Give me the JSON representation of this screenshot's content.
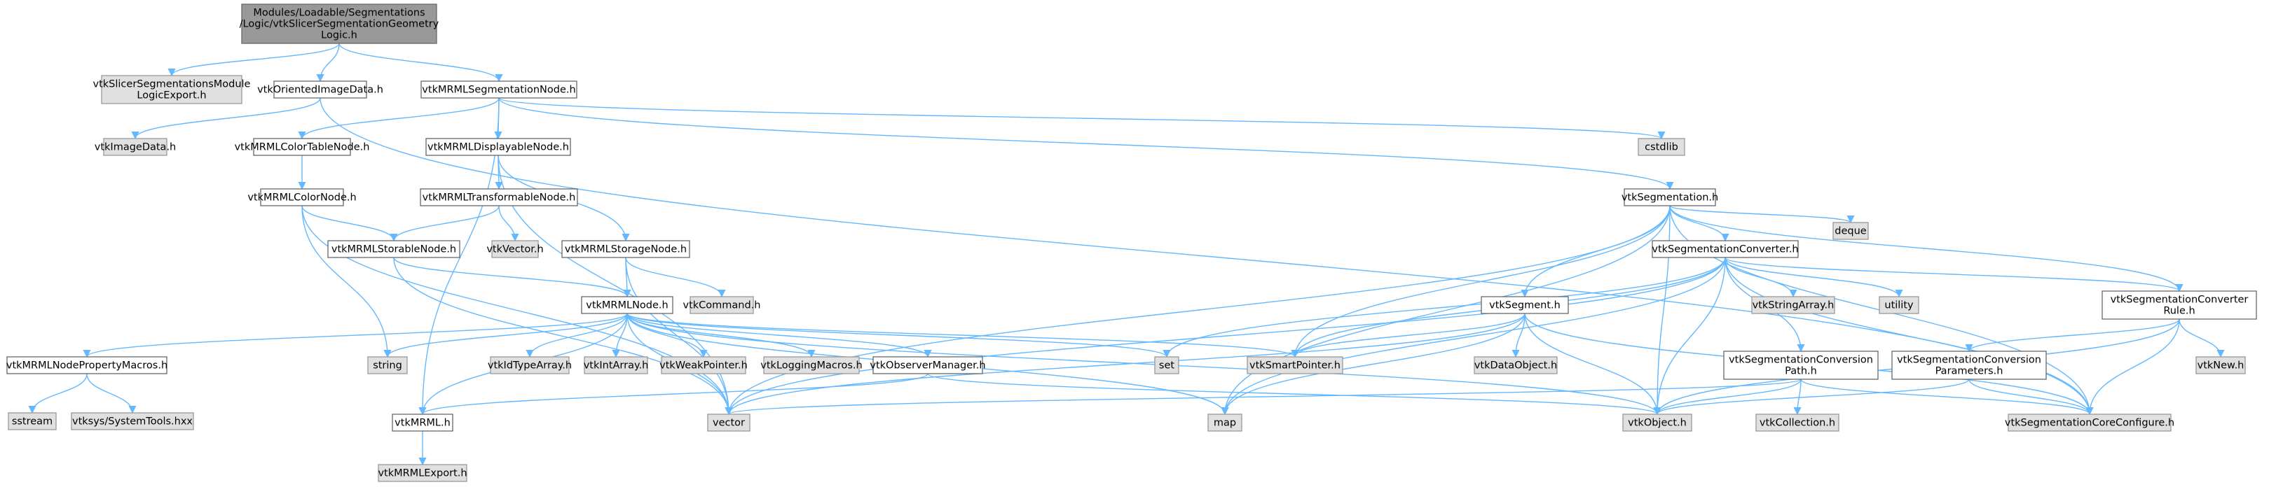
{
  "colors": {
    "edge": "#63b8ff",
    "node_border": "#666666",
    "system_fill": "#e0e0e0",
    "root_fill": "#999999"
  },
  "nodes": [
    {
      "id": "root",
      "style": "root",
      "lines": [
        "Modules/Loadable/Segmentations",
        "/Logic/vtkSlicerSegmentationGeometry",
        "Logic.h"
      ]
    },
    {
      "id": "logicexport",
      "style": "gray",
      "lines": [
        "vtkSlicerSegmentationsModule",
        "LogicExport.h"
      ]
    },
    {
      "id": "orientedimagedata",
      "style": "white",
      "lines": [
        "vtkOrientedImageData.h"
      ]
    },
    {
      "id": "mrmlsegnode",
      "style": "white",
      "lines": [
        "vtkMRMLSegmentationNode.h"
      ]
    },
    {
      "id": "imagedata",
      "style": "gray",
      "lines": [
        "vtkImageData.h"
      ]
    },
    {
      "id": "colortable",
      "style": "white",
      "lines": [
        "vtkMRMLColorTableNode.h"
      ]
    },
    {
      "id": "displayable",
      "style": "white",
      "lines": [
        "vtkMRMLDisplayableNode.h"
      ]
    },
    {
      "id": "cstdlib",
      "style": "gray",
      "lines": [
        "cstdlib"
      ]
    },
    {
      "id": "colornode",
      "style": "white",
      "lines": [
        "vtkMRMLColorNode.h"
      ]
    },
    {
      "id": "transformable",
      "style": "white",
      "lines": [
        "vtkMRMLTransformableNode.h"
      ]
    },
    {
      "id": "segmentation",
      "style": "white",
      "lines": [
        "vtkSegmentation.h"
      ]
    },
    {
      "id": "deque",
      "style": "gray",
      "lines": [
        "deque"
      ]
    },
    {
      "id": "storable",
      "style": "white",
      "lines": [
        "vtkMRMLStorableNode.h"
      ]
    },
    {
      "id": "vtkvector",
      "style": "gray",
      "lines": [
        "vtkVector.h"
      ]
    },
    {
      "id": "storage",
      "style": "white",
      "lines": [
        "vtkMRMLStorageNode.h"
      ]
    },
    {
      "id": "segconverter",
      "style": "white",
      "lines": [
        "vtkSegmentationConverter.h"
      ]
    },
    {
      "id": "command",
      "style": "gray",
      "lines": [
        "vtkCommand.h"
      ]
    },
    {
      "id": "mrmlnode",
      "style": "white",
      "lines": [
        "vtkMRMLNode.h"
      ]
    },
    {
      "id": "segment",
      "style": "white",
      "lines": [
        "vtkSegment.h"
      ]
    },
    {
      "id": "stringarray",
      "style": "gray",
      "lines": [
        "vtkStringArray.h"
      ]
    },
    {
      "id": "utility",
      "style": "gray",
      "lines": [
        "utility"
      ]
    },
    {
      "id": "convrule",
      "style": "white",
      "lines": [
        "vtkSegmentationConverter",
        "Rule.h"
      ]
    },
    {
      "id": "propmacros",
      "style": "white",
      "lines": [
        "vtkMRMLNodePropertyMacros.h"
      ]
    },
    {
      "id": "string",
      "style": "gray",
      "lines": [
        "string"
      ]
    },
    {
      "id": "idtype",
      "style": "gray",
      "lines": [
        "vtkIdTypeArray.h"
      ]
    },
    {
      "id": "intarray",
      "style": "gray",
      "lines": [
        "vtkIntArray.h"
      ]
    },
    {
      "id": "weakptr",
      "style": "gray",
      "lines": [
        "vtkWeakPointer.h"
      ]
    },
    {
      "id": "logging",
      "style": "gray",
      "lines": [
        "vtkLoggingMacros.h"
      ]
    },
    {
      "id": "observer",
      "style": "white",
      "lines": [
        "vtkObserverManager.h"
      ]
    },
    {
      "id": "set",
      "style": "gray",
      "lines": [
        "set"
      ]
    },
    {
      "id": "smartptr",
      "style": "gray",
      "lines": [
        "vtkSmartPointer.h"
      ]
    },
    {
      "id": "dataobject",
      "style": "gray",
      "lines": [
        "vtkDataObject.h"
      ]
    },
    {
      "id": "convpath",
      "style": "white",
      "lines": [
        "vtkSegmentationConversion",
        "Path.h"
      ]
    },
    {
      "id": "convparams",
      "style": "white",
      "lines": [
        "vtkSegmentationConversion",
        "Parameters.h"
      ]
    },
    {
      "id": "vtknew",
      "style": "gray",
      "lines": [
        "vtkNew.h"
      ]
    },
    {
      "id": "sstream",
      "style": "gray",
      "lines": [
        "sstream"
      ]
    },
    {
      "id": "systemtools",
      "style": "gray",
      "lines": [
        "vtksys/SystemTools.hxx"
      ]
    },
    {
      "id": "vtkmrml",
      "style": "white",
      "lines": [
        "vtkMRML.h"
      ]
    },
    {
      "id": "vector",
      "style": "gray",
      "lines": [
        "vector"
      ]
    },
    {
      "id": "map",
      "style": "gray",
      "lines": [
        "map"
      ]
    },
    {
      "id": "vtkobject",
      "style": "gray",
      "lines": [
        "vtkObject.h"
      ]
    },
    {
      "id": "collection",
      "style": "gray",
      "lines": [
        "vtkCollection.h"
      ]
    },
    {
      "id": "coreconfig",
      "style": "gray",
      "lines": [
        "vtkSegmentationCoreConfigure.h"
      ]
    },
    {
      "id": "mrmlexport",
      "style": "gray",
      "lines": [
        "vtkMRMLExport.h"
      ]
    }
  ]
}
